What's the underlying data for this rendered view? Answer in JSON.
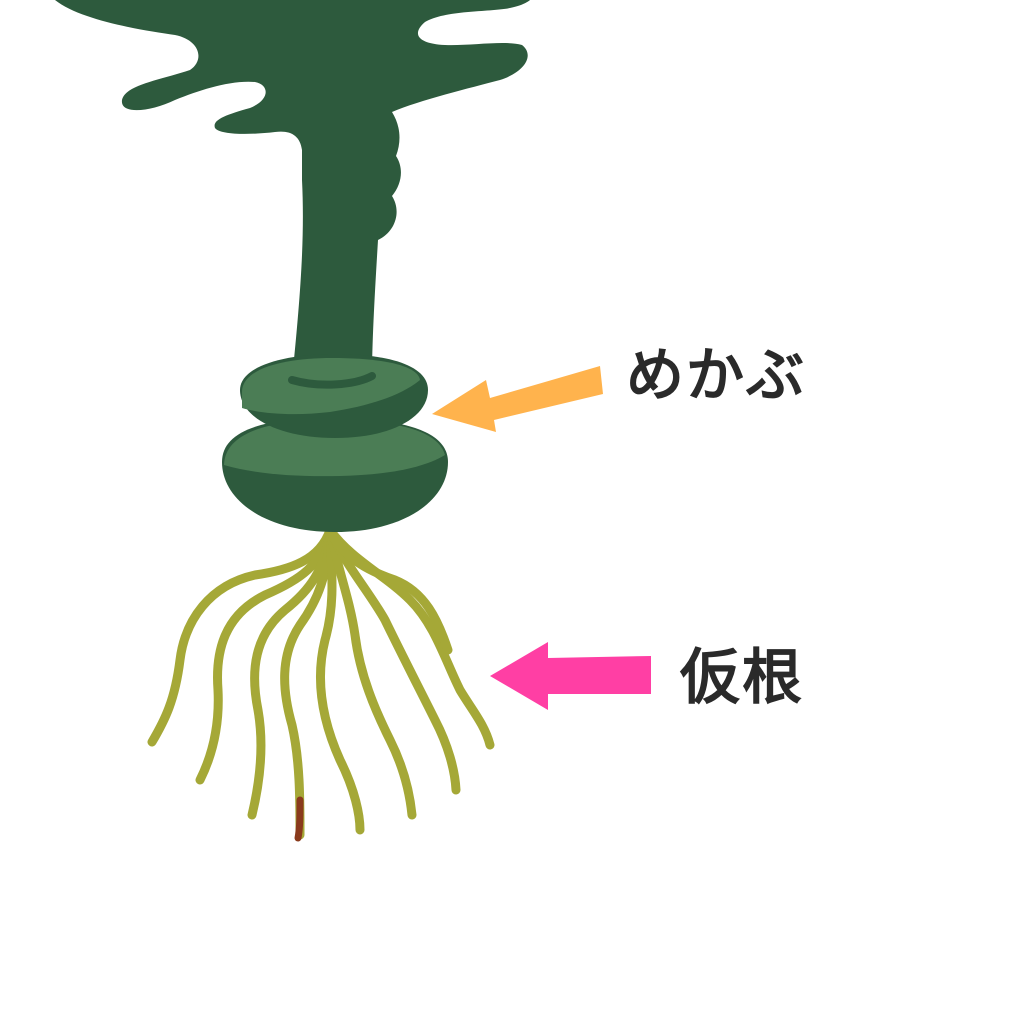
{
  "labels": {
    "mekabu": "めかぶ",
    "karine": "仮根"
  },
  "colors": {
    "background": "#ffffff",
    "frond_dark": "#2d5a3d",
    "mekabu_light": "#4b7d55",
    "holdfast_olive": "#a5a837",
    "holdfast_tip": "#8a3a1c",
    "arrow_mekabu": "#ffb34d",
    "arrow_karine": "#ff3fa4",
    "label_text": "#2a2a2a"
  },
  "icons": {
    "arrow_mekabu": "left-arrow",
    "arrow_karine": "left-arrow"
  }
}
